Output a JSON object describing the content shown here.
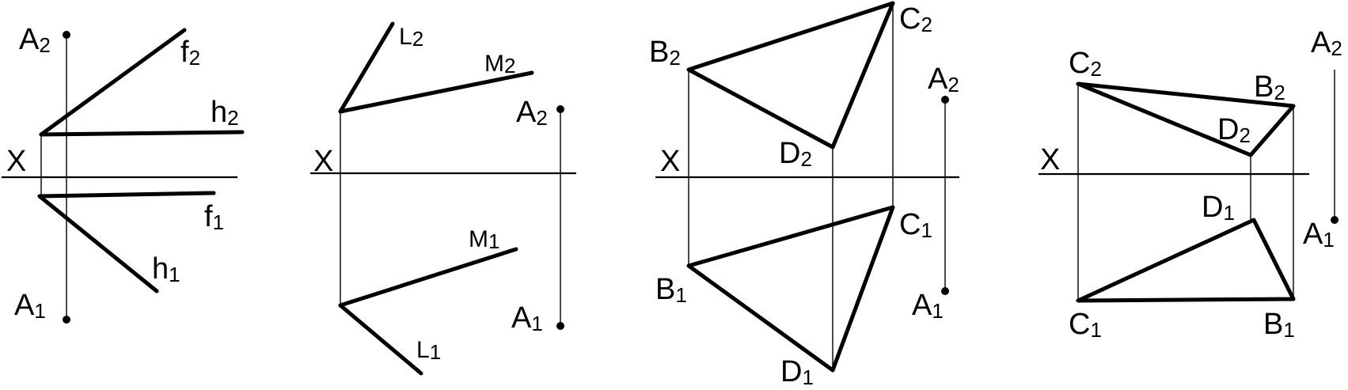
{
  "colors": {
    "ink": "#000000",
    "background": "#ffffff"
  },
  "axis_label": "X",
  "panel1": {
    "point_top": {
      "letter": "A",
      "sub": "2"
    },
    "point_bottom": {
      "letter": "A",
      "sub": "1"
    },
    "f_top": {
      "letter": "f",
      "sub": "2"
    },
    "h_top": {
      "letter": "h",
      "sub": "2"
    },
    "f_bottom": {
      "letter": "f",
      "sub": "1"
    },
    "h_bottom": {
      "letter": "h",
      "sub": "1"
    }
  },
  "panel2": {
    "L_top": {
      "letter": "L",
      "sub": "2"
    },
    "M_top": {
      "letter": "M",
      "sub": "2"
    },
    "point_top": {
      "letter": "A",
      "sub": "2"
    },
    "M_bottom": {
      "letter": "M",
      "sub": "1"
    },
    "L_bottom": {
      "letter": "L",
      "sub": "1"
    },
    "point_bottom": {
      "letter": "A",
      "sub": "1"
    }
  },
  "panel3": {
    "B_top": {
      "letter": "B",
      "sub": "2"
    },
    "C_top": {
      "letter": "C",
      "sub": "2"
    },
    "D_top": {
      "letter": "D",
      "sub": "2"
    },
    "A_top": {
      "letter": "A",
      "sub": "2"
    },
    "C_bottom": {
      "letter": "C",
      "sub": "1"
    },
    "B_bottom": {
      "letter": "B",
      "sub": "1"
    },
    "D_bottom": {
      "letter": "D",
      "sub": "1"
    },
    "A_bottom": {
      "letter": "A",
      "sub": "1"
    }
  },
  "panel4": {
    "C_top": {
      "letter": "C",
      "sub": "2"
    },
    "B_top": {
      "letter": "B",
      "sub": "2"
    },
    "D_top": {
      "letter": "D",
      "sub": "2"
    },
    "A_top": {
      "letter": "A",
      "sub": "2"
    },
    "D_bottom": {
      "letter": "D",
      "sub": "1"
    },
    "A_bottom": {
      "letter": "A",
      "sub": "1"
    },
    "C_bottom": {
      "letter": "C",
      "sub": "1"
    },
    "B_bottom": {
      "letter": "B",
      "sub": "1"
    }
  }
}
